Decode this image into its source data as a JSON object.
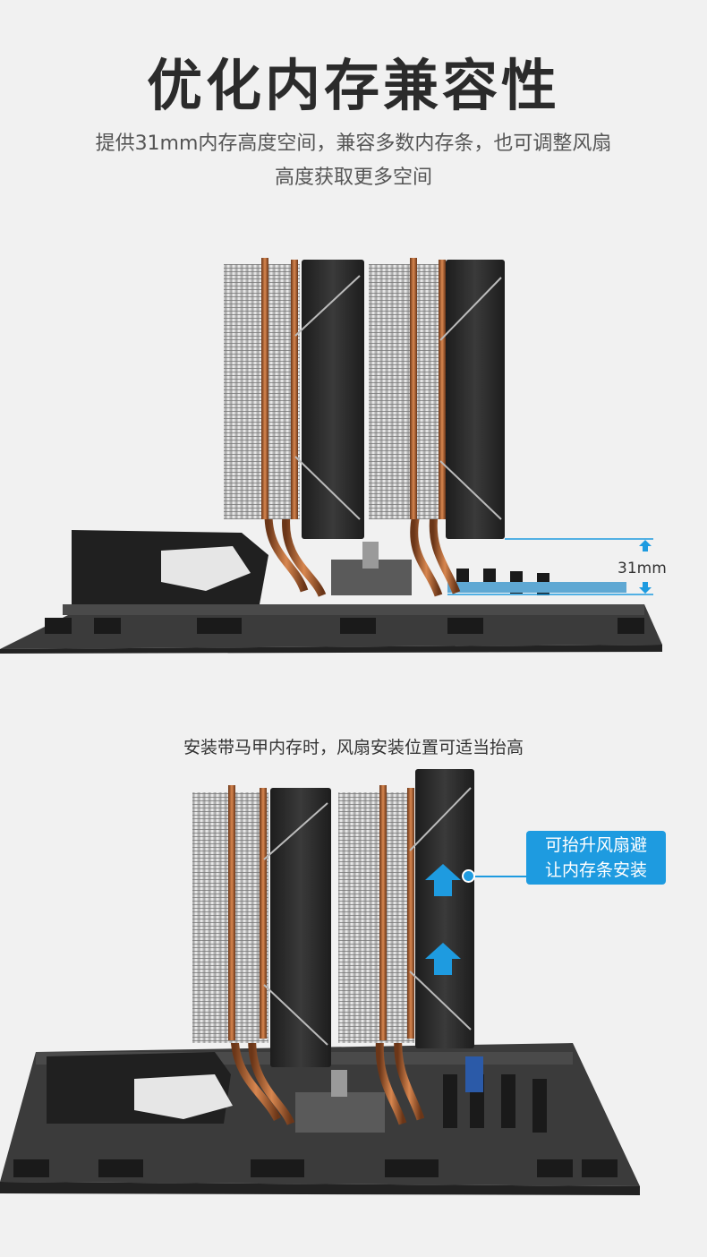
{
  "header": {
    "title": "优化内存兼容性",
    "subtitle_line1": "提供31mm内存高度空间，兼容多数内存条，也可调整风扇",
    "subtitle_line2": "高度获取更多空间"
  },
  "figure1": {
    "clearance_label": "31mm"
  },
  "figure2": {
    "caption": "安装带马甲内存时，风扇安装位置可适当抬高",
    "callout_line1": "可抬升风扇避",
    "callout_line2": "让内存条安装"
  },
  "colors": {
    "accent": "#1e9be0",
    "background": "#f1f1f1",
    "title": "#2b2b2b",
    "copper": "#b0653a",
    "fan": "#2a2a2a",
    "board": "#3a3a3a"
  }
}
